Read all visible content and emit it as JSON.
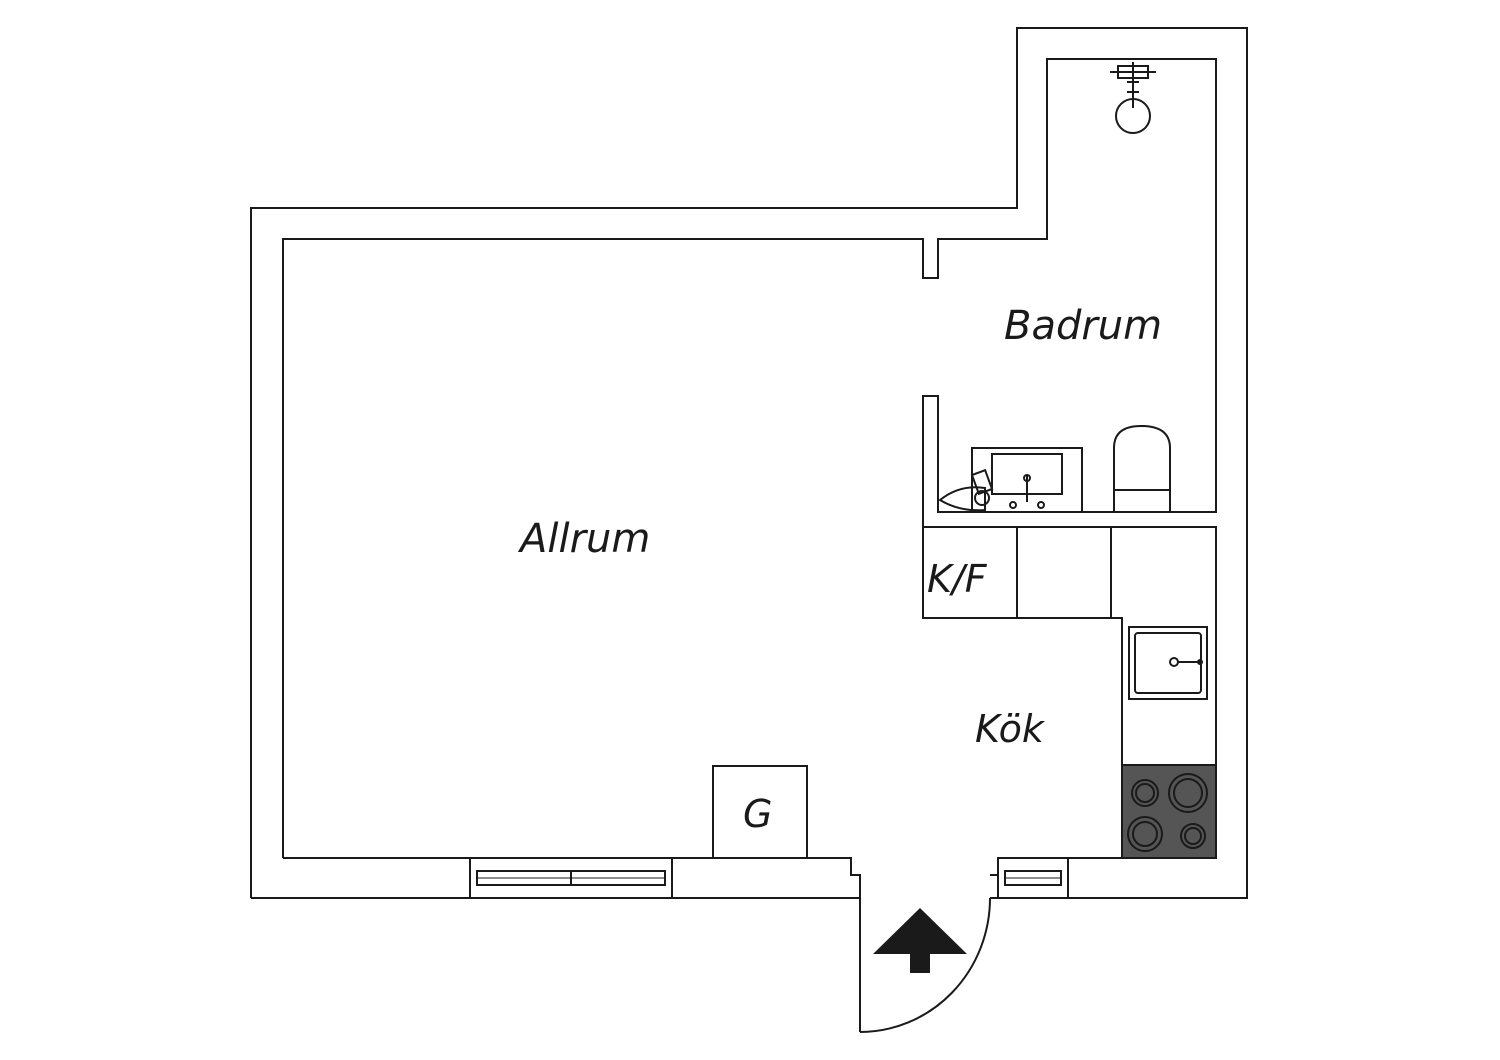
{
  "rooms": {
    "allrum": "Allrum",
    "badrum": "Badrum",
    "kok": "Kök",
    "kf": "K/F",
    "g": "G"
  },
  "icons": {
    "entrance": "entrance-arrow-icon",
    "shower": "shower-icon",
    "toilet": "toilet-icon",
    "washbasin": "washbasin-icon",
    "kitchen_sink": "kitchen-sink-icon",
    "stove": "stove-icon",
    "window": "window-icon",
    "door": "door-swing-icon"
  },
  "colors": {
    "line": "#1a1a1a",
    "stove_fill": "#555555",
    "wall_fill": "#ffffff"
  }
}
